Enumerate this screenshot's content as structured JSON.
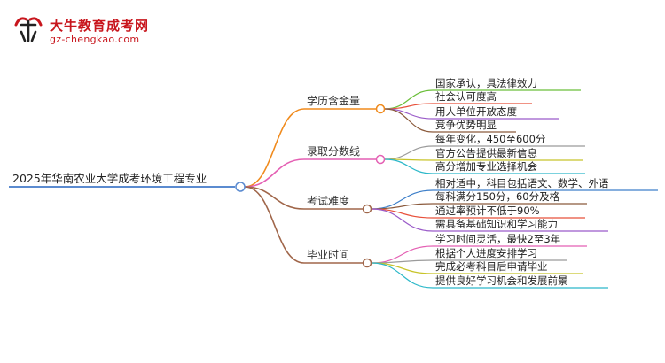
{
  "brand": {
    "title": "大牛教育成考网",
    "url": "gz-chengkao.com",
    "logo_icon": "ox-logo-icon",
    "color": "#c8161d"
  },
  "mindmap": {
    "root": "2025年华南农业大学成考环境工程专业",
    "root_color": "#5b8bd0",
    "branches": [
      {
        "label": "学历含金量",
        "color": "#f08a1c",
        "leaves": [
          {
            "label": "国家承认，具法律效力",
            "color": "#6bbf3a"
          },
          {
            "label": "社会认可度高",
            "color": "#e8503a"
          },
          {
            "label": "用人单位开放态度",
            "color": "#9a5bc9"
          },
          {
            "label": "竞争优势明显",
            "color": "#8b5a3c"
          }
        ]
      },
      {
        "label": "录取分数线",
        "color": "#e45fb3",
        "leaves": [
          {
            "label": "每年变化，450至600分",
            "color": "#9b9b9b"
          },
          {
            "label": "官方公告提供最新信息",
            "color": "#c8c42a"
          },
          {
            "label": "高分增加专业选择机会",
            "color": "#2cb8c9"
          }
        ]
      },
      {
        "label": "考试难度",
        "color": "#a0664a",
        "leaves": [
          {
            "label": "相对适中，科目包括语文、数学、外语",
            "color": "#3d7fc9"
          },
          {
            "label": "每科满分150分，60分及格",
            "color": "#8b5a3c"
          },
          {
            "label": "通过率预计不低于90%",
            "color": "#e8503a"
          },
          {
            "label": "需具备基础知识和学习能力",
            "color": "#9a5bc9"
          }
        ]
      },
      {
        "label": "毕业时间",
        "color": "#a0664a",
        "leaves": [
          {
            "label": "学习时间灵活，最快2至3年",
            "color": "#e45fb3"
          },
          {
            "label": "根据个人进度安排学习",
            "color": "#9b9b9b"
          },
          {
            "label": "完成必考科目后申请毕业",
            "color": "#c8c42a"
          },
          {
            "label": "提供良好学习机会和发展前景",
            "color": "#2cb8c9"
          }
        ]
      }
    ]
  }
}
